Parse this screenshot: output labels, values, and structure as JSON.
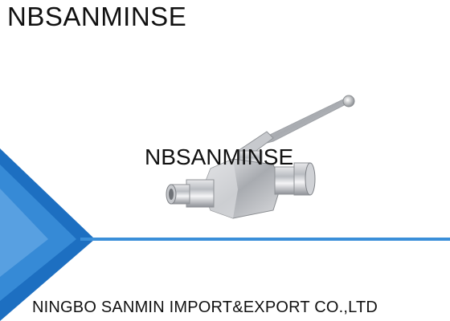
{
  "header": {
    "brand": "NBSANMINSE"
  },
  "image": {
    "subject": "ball-valve",
    "watermark": "NBSANMINSE"
  },
  "footer": {
    "company": "NINGBO SANMIN IMPORT&EXPORT CO.,LTD"
  },
  "colors": {
    "accent_blue": "#3b8fd9",
    "dark_blue": "#1d6fc1",
    "text": "#111111"
  }
}
